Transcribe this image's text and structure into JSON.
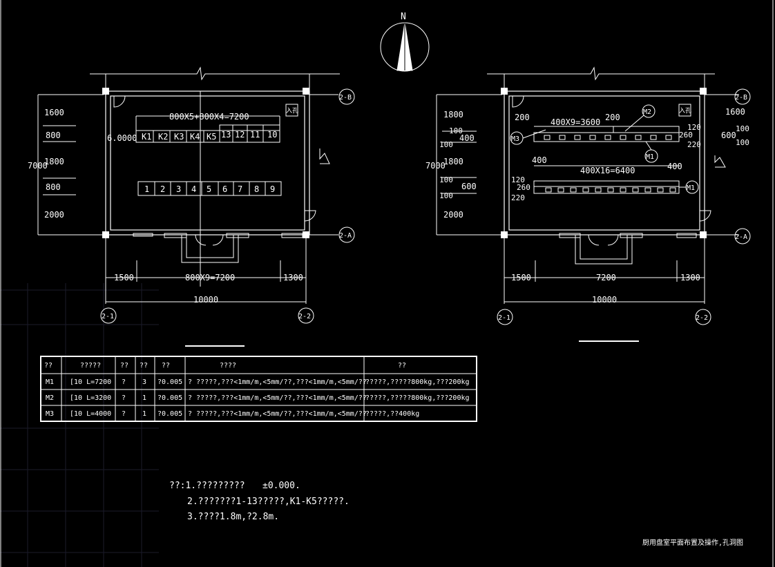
{
  "north": "N",
  "left_plan": {
    "top_dim": "800X5+800X4=7200",
    "elev": "6.0000",
    "entry": "入孔",
    "row1": [
      "K1",
      "K2",
      "K3",
      "K4",
      "K5",
      "13",
      "12",
      "11",
      "10"
    ],
    "row2": [
      "1",
      "2",
      "3",
      "4",
      "5",
      "6",
      "7",
      "8",
      "9"
    ],
    "vert_dims": [
      "1600",
      "800",
      "1800",
      "800",
      "2000"
    ],
    "total_v": "7000",
    "bot_dims": [
      "1500",
      "800X9=7200",
      "1300"
    ],
    "total_h": "10000",
    "axes": [
      "2-B",
      "2-A",
      "2-1",
      "2-2"
    ]
  },
  "right_plan": {
    "entry": "入孔",
    "dims_top": [
      "200",
      "400X9=3600",
      "200"
    ],
    "dims_mid": [
      "400",
      "400X16=6400",
      "400"
    ],
    "left_small": [
      "100",
      "100",
      "400",
      "120",
      "260",
      "220"
    ],
    "left_small2": [
      "100",
      "100",
      "600"
    ],
    "right_small": [
      "120",
      "260",
      "220"
    ],
    "right_side": [
      "1600",
      "600",
      "100",
      "100"
    ],
    "vert_dims": [
      "1800",
      "1800",
      "2000"
    ],
    "total_v": "7000",
    "bot_dims": [
      "1500",
      "7200",
      "1300"
    ],
    "total_h": "10000",
    "labels": [
      "M1",
      "M2",
      "M3",
      "M1"
    ],
    "axes": [
      "2-B",
      "2-A",
      "2-1",
      "2-2"
    ],
    "small_200": "200"
  },
  "table": {
    "headers": [
      "??",
      "?????",
      "??",
      "??",
      "??",
      "????",
      "??"
    ],
    "rows": [
      [
        "M1",
        "[10   L=7200",
        "?",
        "3",
        "?0.005",
        "? ?????,???<1mm/m,<5mm/??,???<1mm/m,<5mm/??",
        "?????,?????800kg,???200kg"
      ],
      [
        "M2",
        "[10   L=3200",
        "?",
        "1",
        "?0.005",
        "? ?????,???<1mm/m,<5mm/??,???<1mm/m,<5mm/??",
        "?????,?????800kg,???200kg"
      ],
      [
        "M3",
        "[10   L=4000",
        "?",
        "1",
        "?0.005",
        "? ?????,???<1mm/m,<5mm/??,???<1mm/m,<5mm/??",
        "?????,??400kg"
      ]
    ]
  },
  "notes": {
    "n1": "??:1.?????????",
    "n1b": "±0.000.",
    "n2": "2.???????1-13?????,K1-K5?????.",
    "n3": "3.????1.8m,?2.8m."
  },
  "caption": "厨用盘室平面布置及操作,孔洞图"
}
